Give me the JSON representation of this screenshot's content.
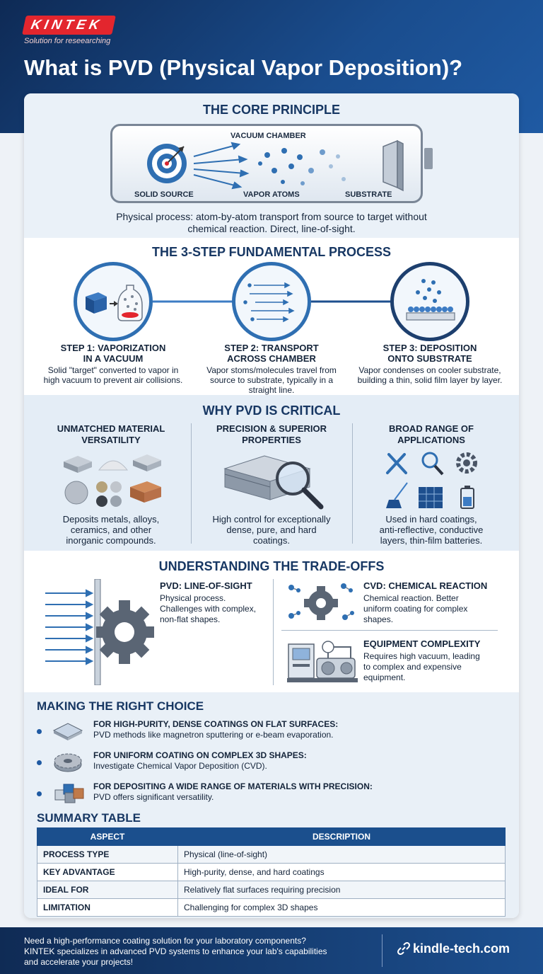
{
  "brand": {
    "name": "KINTEK",
    "tagline": "Solution for reseearching"
  },
  "title": "What is PVD (Physical Vapor Deposition)?",
  "core": {
    "title": "THE CORE PRINCIPLE",
    "chamber_label": "VACUUM CHAMBER",
    "source_label": "SOLID SOURCE",
    "vapor_label": "VAPOR ATOMS",
    "substrate_label": "SUBSTRATE",
    "caption_1": "Physical process: atom-by-atom transport from source to target without",
    "caption_2": "chemical reaction. Direct, line-of-sight."
  },
  "steps": {
    "title": "THE 3-STEP FUNDAMENTAL PROCESS",
    "items": [
      {
        "title_1": "STEP 1: VAPORIZATION",
        "title_2": "IN A VACUUM",
        "desc_1": "Solid \"target\" converted to vapor in",
        "desc_2": "high vacuum to prevent air collisions.",
        "desc_3": ""
      },
      {
        "title_1": "STEP 2: TRANSPORT",
        "title_2": "ACROSS CHAMBER",
        "desc_1": "Vapor stoms/molecules travel from",
        "desc_2": "source to substrate, typically in a",
        "desc_3": "straight line."
      },
      {
        "title_1": "STEP 3: DEPOSITION",
        "title_2": "ONTO SUBSTRATE",
        "desc_1": "Vapor condenses on cooler substrate,",
        "desc_2": "building a thin, solid film layer by layer.",
        "desc_3": ""
      }
    ]
  },
  "why": {
    "title": "WHY PVD IS CRITICAL",
    "cols": [
      {
        "title_1": "UNMATCHED MATERIAL",
        "title_2": "VERSATILITY",
        "desc_1": "Deposits metals, alloys,",
        "desc_2": "ceramics, and other",
        "desc_3": "inorganic compounds."
      },
      {
        "title_1": "PRECISION & SUPERIOR",
        "title_2": "PROPERTIES",
        "desc_1": "High control for exceptionally",
        "desc_2": "dense, pure, and hard",
        "desc_3": "coatings."
      },
      {
        "title_1": "BROAD RANGE OF",
        "title_2": "APPLICATIONS",
        "desc_1": "Used in hard coatings,",
        "desc_2": "anti-reflective, conductive",
        "desc_3": "layers, thin-film batteries."
      }
    ]
  },
  "tradeoffs": {
    "title": "UNDERSTANDING THE TRADE-OFFS",
    "pvd": {
      "title": "PVD: LINE-OF-SIGHT",
      "desc_1": "Physical process.",
      "desc_2": "Challenges with complex,",
      "desc_3": "non-flat shapes."
    },
    "cvd": {
      "title": "CVD: CHEMICAL REACTION",
      "desc_1": "Chemical reaction. Better",
      "desc_2": "uniform coating for complex",
      "desc_3": "shapes."
    },
    "equipment": {
      "title": "EQUIPMENT COMPLEXITY",
      "desc_1": "Requires high vacuum, leading",
      "desc_2": "to complex and expensive",
      "desc_3": "equipment."
    }
  },
  "choice": {
    "title": "MAKING THE RIGHT CHOICE",
    "items": [
      {
        "head": "FOR HIGH-PURITY, DENSE COATINGS ON FLAT SURFACES:",
        "sub": "PVD methods like magnetron sputtering or e-beam evaporation."
      },
      {
        "head": "FOR UNIFORM COATING ON COMPLEX 3D SHAPES:",
        "sub": "Investigate Chemical Vapor Deposition (CVD)."
      },
      {
        "head": "FOR DEPOSITING A WIDE RANGE OF MATERIALS WITH PRECISION:",
        "sub": "PVD offers significant versatility."
      }
    ]
  },
  "summary": {
    "title": "SUMMARY TABLE",
    "header": {
      "aspect": "ASPECT",
      "description": "DESCRIPTION"
    },
    "rows": [
      {
        "aspect": "PROCESS TYPE",
        "description": "Physical (line-of-sight)"
      },
      {
        "aspect": "KEY ADVANTAGE",
        "description": "High-purity, dense, and hard coatings"
      },
      {
        "aspect": "IDEAL FOR",
        "description": "Relatively flat surfaces requiring precision"
      },
      {
        "aspect": "LIMITATION",
        "description": "Challenging for complex 3D shapes"
      }
    ]
  },
  "footer": {
    "line_1": "Need a high-performance coating solution for your laboratory components?",
    "line_2": "KINTEK specializes in advanced PVD systems to enhance your lab's capabilities",
    "line_3": "and accelerate your projects!",
    "link": "kindle-tech.com"
  },
  "colors": {
    "primary": "#1b4f8d",
    "accent": "#e3262e",
    "navy": "#0e2a55"
  }
}
